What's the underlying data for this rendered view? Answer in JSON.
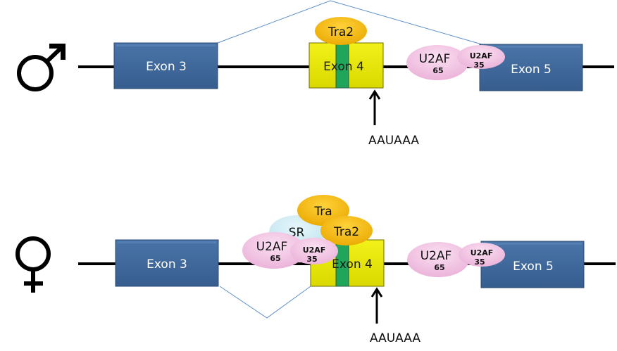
{
  "colors": {
    "exon_blue": "#3d6699",
    "exon_yellow": "#e6e600",
    "exon_green": "#1fa65a",
    "protein_orange": "#f2b400",
    "protein_pink": "#f0bde0",
    "protein_lightblue": "#cde9f2",
    "splice_line": "#5b8ec7"
  },
  "male": {
    "symbol": "♂",
    "exon3": "Exon 3",
    "exon4": "Exon 4",
    "exon5": "Exon 5",
    "tra2": "Tra2",
    "u2af65_top": "U2AF",
    "u2af65_bottom": "65",
    "u2af35_top": "U2AF",
    "u2af35_bottom": "35",
    "polyA_signal": "AAUAAA",
    "splicing": "exon 4 skipped (exon 3 joined to exon 5)"
  },
  "female": {
    "symbol": "♀",
    "exon3": "Exon 3",
    "exon4": "Exon 4",
    "exon5": "Exon 5",
    "tra": "Tra",
    "sr": "SR",
    "tra2": "Tra2",
    "u2af65_left_top": "U2AF",
    "u2af65_left_bottom": "65",
    "u2af35_left_top": "U2AF",
    "u2af35_left_bottom": "35",
    "u2af65_right_top": "U2AF",
    "u2af65_right_bottom": "65",
    "u2af35_right_top": "U2AF",
    "u2af35_right_bottom": "35",
    "polyA_signal": "AAUAAA",
    "splicing": "exon 3 joined to exon 4"
  }
}
